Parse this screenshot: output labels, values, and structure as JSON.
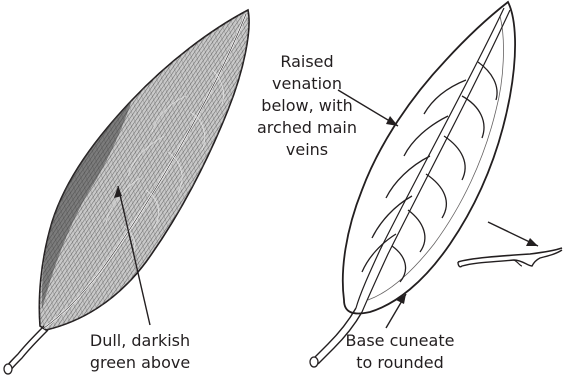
{
  "annotations": {
    "venation": [
      "Raised",
      "venation",
      "below, with",
      "arched main",
      "veins"
    ],
    "upper_surface": [
      "Dull, darkish",
      "green above"
    ],
    "base": [
      "Base cuneate",
      "to rounded"
    ]
  },
  "colors": {
    "ink": "#231f20",
    "shading": "#6d6d6d",
    "background": "#ffffff"
  }
}
